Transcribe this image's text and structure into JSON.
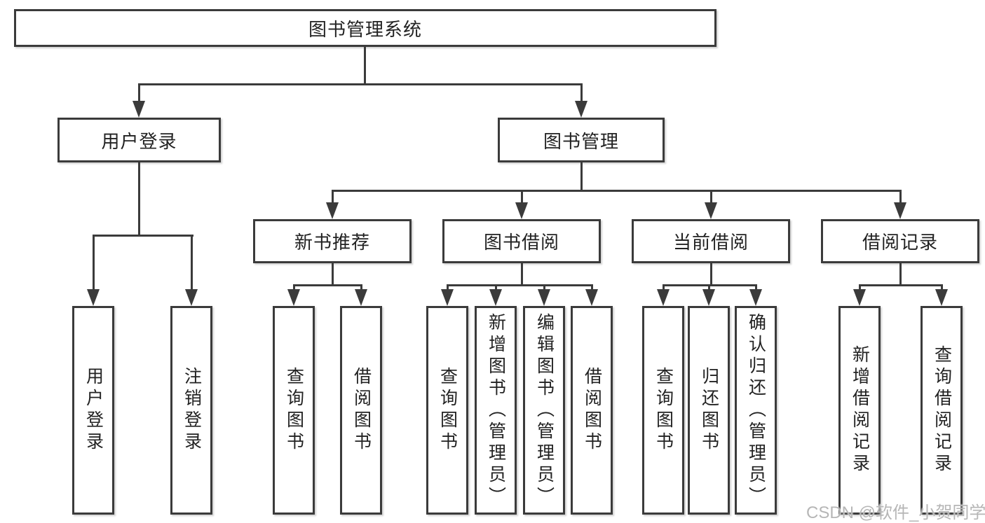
{
  "page": {
    "background": "#ffffff",
    "watermark": "CSDN @软件_小贺同学"
  },
  "colors": {
    "line": "#3b3b3b",
    "box_border": "#3b3b3b",
    "text": "#222222",
    "watermark": "#b6b6b6"
  },
  "nodes": {
    "root": {
      "label": "图书管理系统"
    },
    "level2": [
      {
        "id": "user-login",
        "label": "用户登录"
      },
      {
        "id": "book-management",
        "label": "图书管理"
      }
    ],
    "level3": [
      {
        "id": "new-book-recommendation",
        "parent": "book-management",
        "label": "新书推荐"
      },
      {
        "id": "book-borrowing",
        "parent": "book-management",
        "label": "图书借阅"
      },
      {
        "id": "current-borrowing",
        "parent": "book-management",
        "label": "当前借阅"
      },
      {
        "id": "borrowing-records",
        "parent": "book-management",
        "label": "借阅记录"
      }
    ],
    "leaves": [
      {
        "parent": "user-login",
        "label": "用户登录"
      },
      {
        "parent": "user-login",
        "label": "注销登录"
      },
      {
        "parent": "new-book-recommendation",
        "label": "查询图书"
      },
      {
        "parent": "new-book-recommendation",
        "label": "借阅图书"
      },
      {
        "parent": "book-borrowing",
        "label": "查询图书"
      },
      {
        "parent": "book-borrowing",
        "label": "新增图书（管理员）"
      },
      {
        "parent": "book-borrowing",
        "label": "编辑图书（管理员）"
      },
      {
        "parent": "book-borrowing",
        "label": "借阅图书"
      },
      {
        "parent": "current-borrowing",
        "label": "查询图书"
      },
      {
        "parent": "current-borrowing",
        "label": "归还图书"
      },
      {
        "parent": "current-borrowing",
        "label": "确认归还（管理员）"
      },
      {
        "parent": "borrowing-records",
        "label": "新增借阅记录"
      },
      {
        "parent": "borrowing-records",
        "label": "查询借阅记录"
      }
    ]
  }
}
